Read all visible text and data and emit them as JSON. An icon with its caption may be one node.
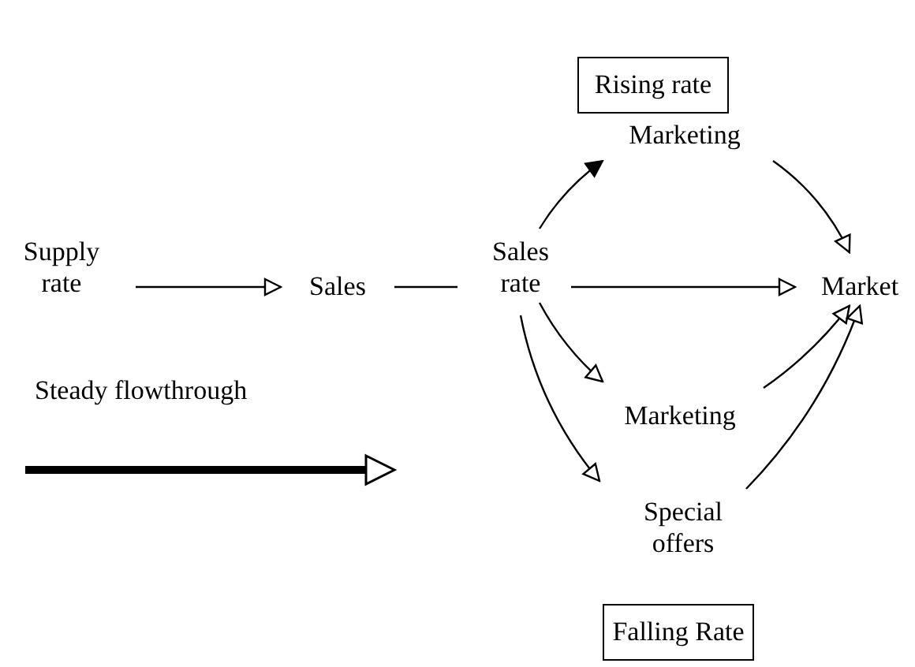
{
  "diagram": {
    "nodes": [
      {
        "text": [
          "Rising rate"
        ]
      },
      {
        "text": [
          "Supply rate"
        ]
      },
      {
        "text": [
          "Sales"
        ]
      },
      {
        "text": [
          "Sales rate"
        ]
      },
      {
        "text": [
          "Marketing"
        ]
      },
      {
        "text": [
          "Market"
        ]
      },
      {
        "text": [
          "Marketing"
        ]
      },
      {
        "text": [
          "Special offers"
        ]
      },
      {
        "text": [
          "Falling Rate"
        ]
      }
    ],
    "edges": [
      {
        "from": 1,
        "to": 2,
        "arrow": "to"
      },
      {
        "from": 2,
        "to": 3,
        "arrow": "none"
      },
      {
        "from": 3,
        "to": 4,
        "arrow": "to"
      },
      {
        "from": 3,
        "to": 5,
        "arrow": "to"
      },
      {
        "from": 4,
        "to": 5,
        "arrow": "to"
      },
      {
        "from": 3,
        "to": 6,
        "arrow": "to"
      },
      {
        "from": 3,
        "to": 7,
        "arrow": "to"
      },
      {
        "from": 6,
        "to": 5,
        "arrow": "to"
      },
      {
        "from": 7,
        "to": 5,
        "arrow": "to"
      }
    ],
    "legend": [
      {
        "text": "Steady flowthrough"
      }
    ]
  }
}
